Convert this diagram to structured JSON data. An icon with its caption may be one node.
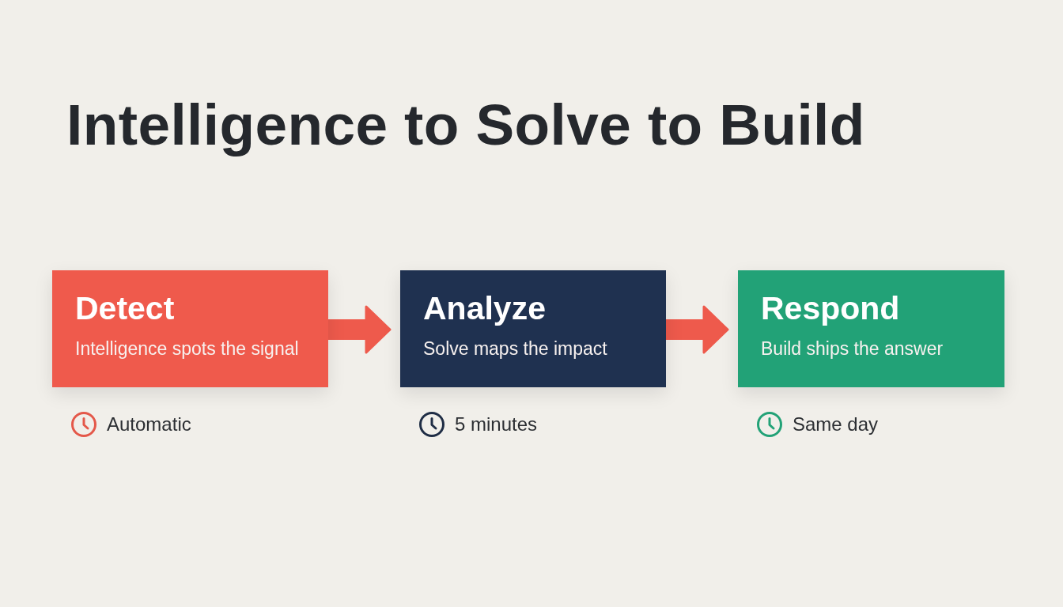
{
  "diagram": {
    "title": "Intelligence to Solve to Build",
    "nodes": [
      {
        "text": [
          "Detect",
          "Intelligence spots the signal"
        ],
        "beside": [
          "Automatic"
        ]
      },
      {
        "text": [
          "Analyze",
          "Solve maps the impact"
        ],
        "beside": [
          "5 minutes"
        ]
      },
      {
        "text": [
          "Respond",
          "Build ships the answer"
        ],
        "beside": [
          "Same day"
        ]
      }
    ],
    "edges": [
      {
        "from": 0,
        "to": 1,
        "arrow": "to"
      },
      {
        "from": 1,
        "to": 2,
        "arrow": "to"
      }
    ]
  }
}
